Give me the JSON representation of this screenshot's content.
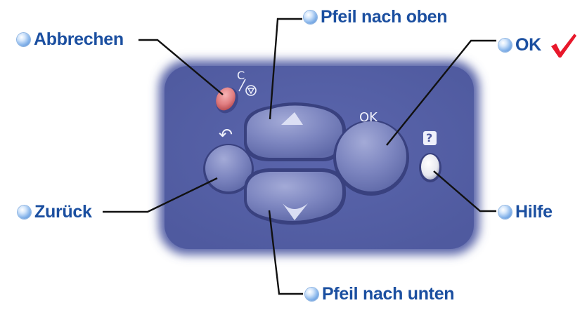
{
  "callouts": {
    "cancel": "Abbrechen",
    "up": "Pfeil nach oben",
    "ok": "OK",
    "back": "Zurück",
    "down": "Pfeil nach unten",
    "help": "Hilfe"
  },
  "panel": {
    "ok_key_label": "OK",
    "cancel_key_label": "C",
    "help_key_label": "?",
    "back_key_symbol": "↶"
  },
  "colors": {
    "callout_text": "#1b4fa0",
    "panel": "#5863a8",
    "cancel_button": "#e07d80",
    "check_mark": "#e8182b"
  }
}
